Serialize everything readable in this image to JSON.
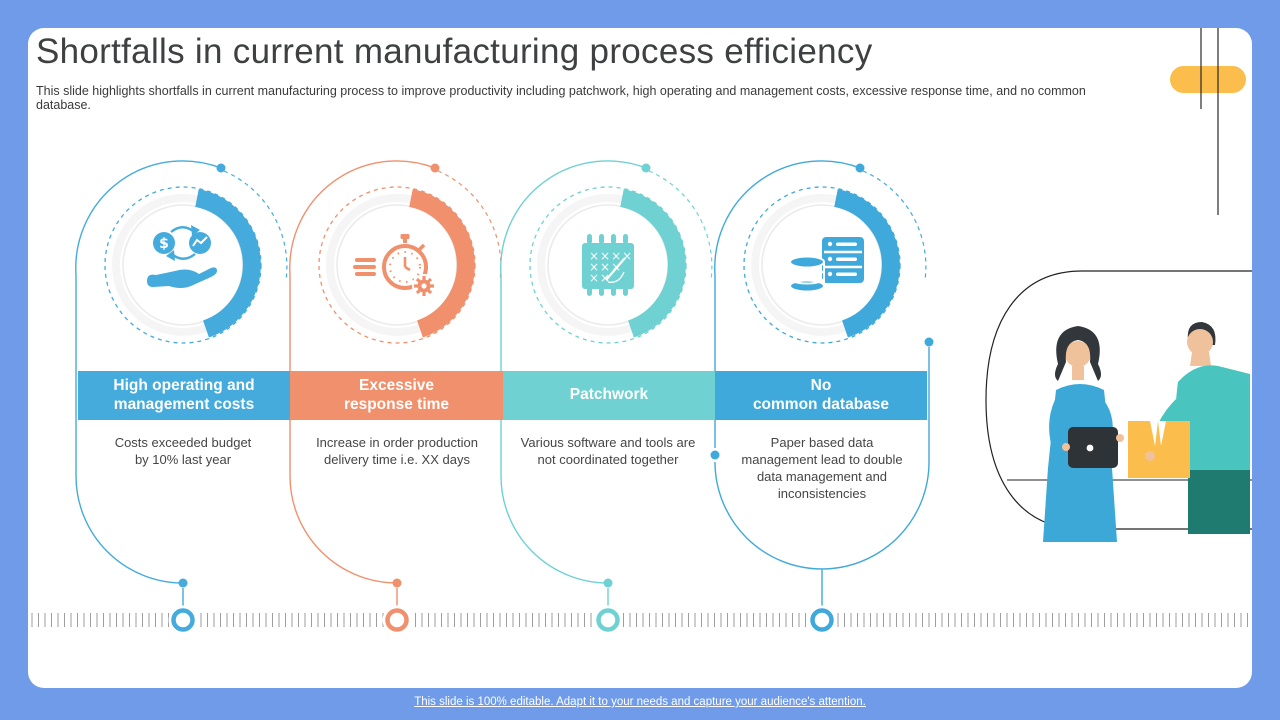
{
  "slide": {
    "title": "Shortfalls in current manufacturing process efficiency",
    "subtitle": "This slide highlights shortfalls in current manufacturing process to improve productivity including patchwork, high operating and management costs, excessive response time, and no common database.",
    "footer": "This slide is 100% editable. Adapt it to your needs and capture your audience's attention."
  },
  "accents": {
    "frame_blue": "#6F9BE9",
    "pill_yellow": "#FBBD4B",
    "ruler_tick": "#9E9E9E",
    "line_black": "#2A2A2A"
  },
  "sections": [
    {
      "label_lines": [
        "High operating and",
        "management costs"
      ],
      "description": "Costs exceeded budget by 10% last year",
      "color": "#44ABDC",
      "icon": "money-exchange-hand-icon"
    },
    {
      "label_lines": [
        "Excessive",
        "response time"
      ],
      "description": "Increase in order production delivery time i.e. XX days",
      "color": "#F0906C",
      "icon": "speed-stopwatch-icon"
    },
    {
      "label_lines": [
        "Patchwork"
      ],
      "description": "Various software and tools are not coordinated together",
      "color": "#6FD1D1",
      "icon": "patchwork-stitch-icon"
    },
    {
      "label_lines": [
        "No",
        "common database"
      ],
      "description": "Paper based data management lead to double data management and inconsistencies",
      "color": "#3FA9DB",
      "icon": "database-server-icon"
    }
  ],
  "illustration": {
    "name": "two-people-package-handover",
    "outline": "#232323",
    "box_color": "#FBBD4B",
    "woman_shirt": "#3BA8D8",
    "man_shirt": "#4AC4BE",
    "pants_color": "#1F7A70",
    "skin": "#F0C29B",
    "hair": "#32373B",
    "tablet": "#2E3338"
  }
}
